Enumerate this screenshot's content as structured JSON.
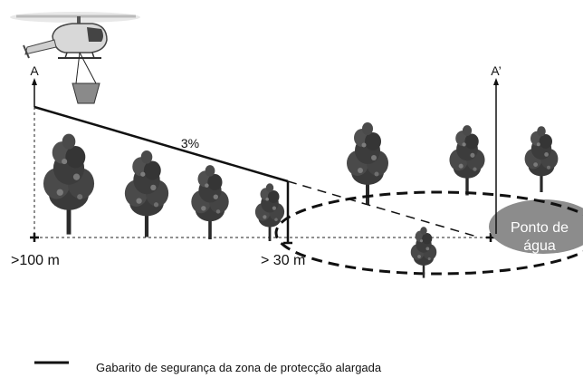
{
  "diagram": {
    "labels": {
      "point_a": "A",
      "point_a_prime": "A’",
      "slope": "3%",
      "distance_far": ">100 m",
      "distance_near": "> 30 m",
      "water_point_line1": "Ponto de",
      "water_point_line2": "água"
    },
    "legend": {
      "text": "Gabarito de segurança da zona de protecção alargada"
    },
    "icons": {
      "aircraft": "helicopter-icon",
      "bucket": "water-bucket-icon",
      "vegetation": "tree-icon"
    },
    "colors": {
      "water_point": "#8c8c8c",
      "tree_foliage": "#3a3a3a",
      "line": "#111111",
      "helicopter_body": "#d8d8d8"
    }
  }
}
